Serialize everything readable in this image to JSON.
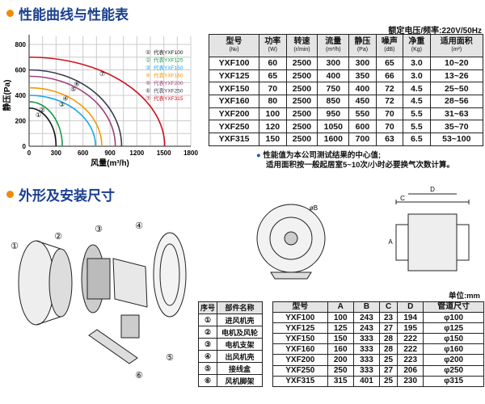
{
  "section1_title": "性能曲线与性能表",
  "section2_title": "外形及安装尺寸",
  "rated": "额定电压/频率:220V/50Hz",
  "chart_data": {
    "type": "line",
    "xlabel": "风量(m³/h)",
    "ylabel": "静压(Pa)",
    "xlim": [
      0,
      1800
    ],
    "ylim": [
      0,
      800
    ],
    "xticks": [
      "0",
      "300",
      "600",
      "900",
      "1200",
      "1500",
      "1800"
    ],
    "yticks": [
      "0",
      "200",
      "400",
      "600",
      "800"
    ],
    "grid": true,
    "legend_position": "top-right",
    "series": [
      {
        "name": "代表YXF100",
        "marker": "①",
        "color": "#111111",
        "max_flow": 300,
        "max_pressure": 300
      },
      {
        "name": "代表YXF125",
        "marker": "②",
        "color": "#1a9a4a",
        "max_flow": 370,
        "max_pressure": 350
      },
      {
        "name": "代表YXF150",
        "marker": "③",
        "color": "#1aa7e0",
        "max_flow": 740,
        "max_pressure": 400
      },
      {
        "name": "代表YXF160",
        "marker": "④",
        "color": "#f39a00",
        "max_flow": 810,
        "max_pressure": 460
      },
      {
        "name": "代表YXF200",
        "marker": "⑤",
        "color": "#a0407a",
        "max_flow": 960,
        "max_pressure": 550
      },
      {
        "name": "代表YXF250",
        "marker": "⑥",
        "color": "#3a3a55",
        "max_flow": 1030,
        "max_pressure": 600
      },
      {
        "name": "代表YXF315",
        "marker": "⑦",
        "color": "#d01020",
        "max_flow": 1510,
        "max_pressure": 700
      }
    ]
  },
  "perf": {
    "headers": [
      [
        "型号",
        "(№)"
      ],
      [
        "功率",
        "(W)"
      ],
      [
        "转速",
        "(r/min)"
      ],
      [
        "流量",
        "(m³/h)"
      ],
      [
        "静压",
        "(Pa)"
      ],
      [
        "噪声",
        "(dB)"
      ],
      [
        "净重",
        "(Kg)"
      ],
      [
        "适用面积",
        "(m²)"
      ]
    ],
    "rows": [
      [
        "YXF100",
        "60",
        "2500",
        "300",
        "300",
        "65",
        "3.0",
        "10~20"
      ],
      [
        "YXF125",
        "65",
        "2500",
        "400",
        "350",
        "66",
        "3.0",
        "13~26"
      ],
      [
        "YXF150",
        "70",
        "2500",
        "750",
        "400",
        "72",
        "4.5",
        "25~50"
      ],
      [
        "YXF160",
        "80",
        "2500",
        "850",
        "450",
        "72",
        "4.5",
        "28~56"
      ],
      [
        "YXF200",
        "100",
        "2500",
        "950",
        "550",
        "70",
        "5.5",
        "31~63"
      ],
      [
        "YXF250",
        "120",
        "2500",
        "1050",
        "600",
        "70",
        "5.5",
        "35~70"
      ],
      [
        "YXF315",
        "150",
        "2500",
        "1600",
        "700",
        "63",
        "6.5",
        "53~100"
      ]
    ],
    "note1": "性能值为本公司测试结果的中心值;",
    "note2": "适用面积按一般起居室5~10次/小时必要换气次数计算。"
  },
  "unit": "单位:mm",
  "parts": {
    "headers": [
      "序号",
      "部件名称"
    ],
    "rows": [
      [
        "①",
        "进风机壳"
      ],
      [
        "②",
        "电机及风轮"
      ],
      [
        "③",
        "电机支架"
      ],
      [
        "④",
        "出风机壳"
      ],
      [
        "⑤",
        "接线盒"
      ],
      [
        "⑥",
        "风机脚架"
      ]
    ]
  },
  "dims": {
    "headers": [
      "型号",
      "A",
      "B",
      "C",
      "D",
      "管道尺寸"
    ],
    "rows": [
      [
        "YXF100",
        "100",
        "243",
        "23",
        "194",
        "φ100"
      ],
      [
        "YXF125",
        "125",
        "243",
        "27",
        "195",
        "φ125"
      ],
      [
        "YXF150",
        "150",
        "333",
        "28",
        "222",
        "φ150"
      ],
      [
        "YXF160",
        "160",
        "333",
        "28",
        "222",
        "φ160"
      ],
      [
        "YXF200",
        "200",
        "333",
        "25",
        "223",
        "φ200"
      ],
      [
        "YXF250",
        "250",
        "333",
        "27",
        "206",
        "φ250"
      ],
      [
        "YXF315",
        "315",
        "401",
        "25",
        "230",
        "φ315"
      ]
    ]
  },
  "drawing_labels": {
    "p1": "①",
    "p2": "②",
    "p3": "③",
    "p4": "④",
    "p5": "⑤",
    "p6": "⑥",
    "A": "A",
    "B": "øB",
    "C": "C",
    "D": "D"
  }
}
